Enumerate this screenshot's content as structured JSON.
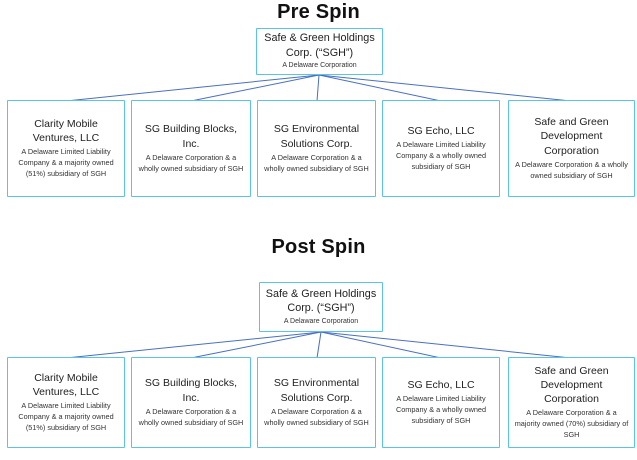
{
  "colors": {
    "box_border": "#5bc2e8",
    "connector_line": "#4a6fbf",
    "background": "#ffffff",
    "text": "#1c1c1c"
  },
  "sections": [
    {
      "title": "Pre Spin",
      "parent": {
        "name": "Safe & Green Holdings Corp. (“SGH”)",
        "detail": "A Delaware Corporation"
      },
      "children": [
        {
          "name": "Clarity Mobile Ventures, LLC",
          "detail": "A Delaware Limited Liability Company & a majority owned (51%) subsidiary of SGH"
        },
        {
          "name": "SG Building Blocks, Inc.",
          "detail": "A Delaware Corporation & a wholly owned subsidiary of SGH"
        },
        {
          "name": "SG Environmental Solutions Corp.",
          "detail": "A Delaware Corporation & a wholly owned subsidiary of SGH"
        },
        {
          "name": "SG Echo, LLC",
          "detail": "A Delaware Limited Liability Company & a wholly owned subsidiary of SGH"
        },
        {
          "name": "Safe and Green Development Corporation",
          "detail": "A Delaware Corporation & a wholly owned subsidiary of SGH"
        }
      ]
    },
    {
      "title": "Post Spin",
      "parent": {
        "name": "Safe & Green Holdings Corp. (“SGH”)",
        "detail": "A Delaware Corporation"
      },
      "children": [
        {
          "name": "Clarity Mobile Ventures, LLC",
          "detail": "A Delaware Limited Liability Company & a majority owned (51%) subsidiary of SGH"
        },
        {
          "name": "SG Building Blocks, Inc.",
          "detail": "A Delaware Corporation & a wholly owned subsidiary of SGH"
        },
        {
          "name": "SG Environmental Solutions Corp.",
          "detail": "A Delaware Corporation & a wholly owned subsidiary of SGH"
        },
        {
          "name": "SG Echo, LLC",
          "detail": "A Delaware Limited Liability Company & a wholly owned subsidiary of SGH"
        },
        {
          "name": "Safe and Green Development Corporation",
          "detail": "A Delaware Corporation & a majority owned (70%) subsidiary of SGH"
        }
      ]
    }
  ]
}
